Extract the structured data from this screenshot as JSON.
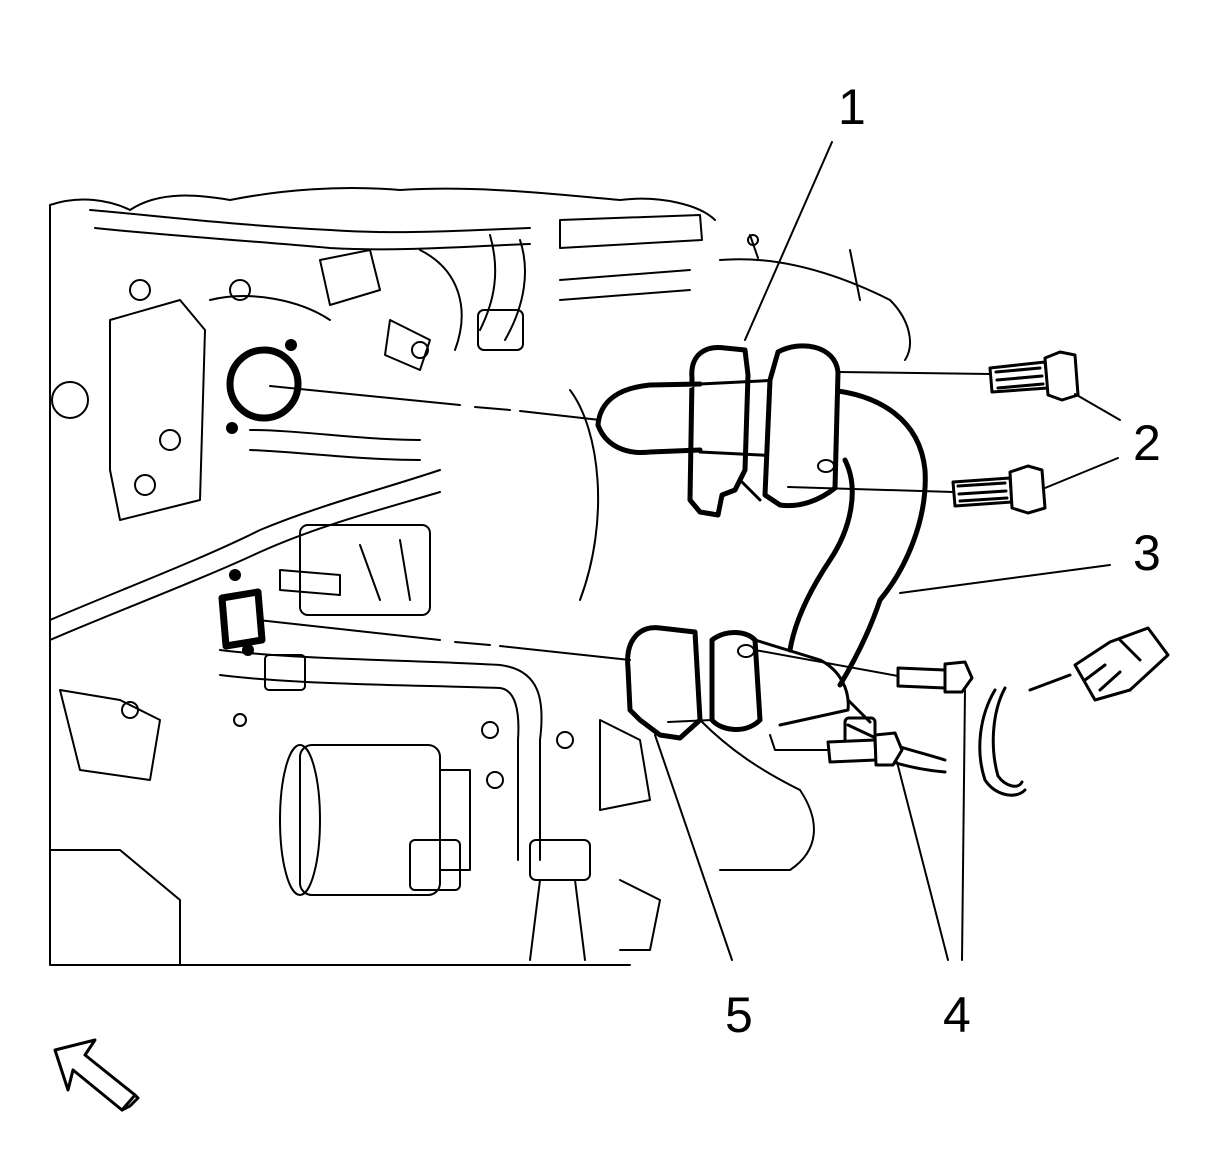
{
  "diagram": {
    "callouts": [
      {
        "id": "1",
        "text": "1"
      },
      {
        "id": "2",
        "text": "2"
      },
      {
        "id": "3",
        "text": "3"
      },
      {
        "id": "4",
        "text": "4"
      },
      {
        "id": "5",
        "text": "5"
      }
    ],
    "colors": {
      "line": "#000000",
      "fill": "#ffffff"
    },
    "icons": [
      "front-direction-arrow-icon"
    ]
  }
}
